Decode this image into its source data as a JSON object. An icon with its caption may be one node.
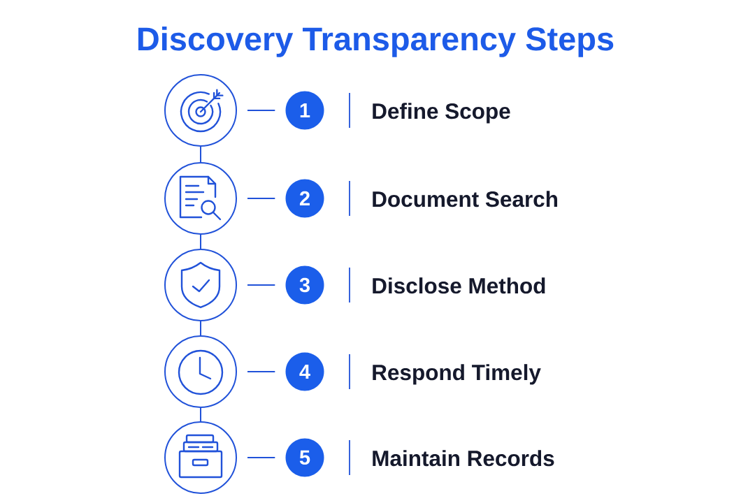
{
  "diagram": {
    "title": "Discovery Transparency Steps",
    "nodes": [
      {
        "text": [],
        "shape": "circle"
      },
      {
        "text": [
          "1"
        ],
        "beside": [
          "Define Scope"
        ]
      },
      {
        "text": [],
        "shape": "circle"
      },
      {
        "text": [
          "2"
        ],
        "beside": [
          "Document Search"
        ]
      },
      {
        "text": [],
        "shape": "circle"
      },
      {
        "text": [
          "3"
        ],
        "beside": [
          "Disclose Method"
        ]
      },
      {
        "text": [],
        "shape": "circle"
      },
      {
        "text": [
          "4"
        ],
        "beside": [
          "Respond Timely"
        ]
      },
      {
        "text": [],
        "shape": "circle"
      },
      {
        "text": [
          "5"
        ],
        "beside": [
          "Maintain Records"
        ]
      }
    ],
    "edges": [
      {
        "from": 0,
        "to": 1,
        "arrow": "none"
      },
      {
        "from": 0,
        "to": 2,
        "arrow": "none"
      },
      {
        "from": 2,
        "to": 3,
        "arrow": "none"
      },
      {
        "from": 2,
        "to": 4,
        "arrow": "none"
      },
      {
        "from": 4,
        "to": 5,
        "arrow": "none"
      },
      {
        "from": 4,
        "to": 6,
        "arrow": "none"
      },
      {
        "from": 6,
        "to": 7,
        "arrow": "none"
      },
      {
        "from": 6,
        "to": 8,
        "arrow": "none"
      },
      {
        "from": 8,
        "to": 9,
        "arrow": "none"
      }
    ]
  }
}
